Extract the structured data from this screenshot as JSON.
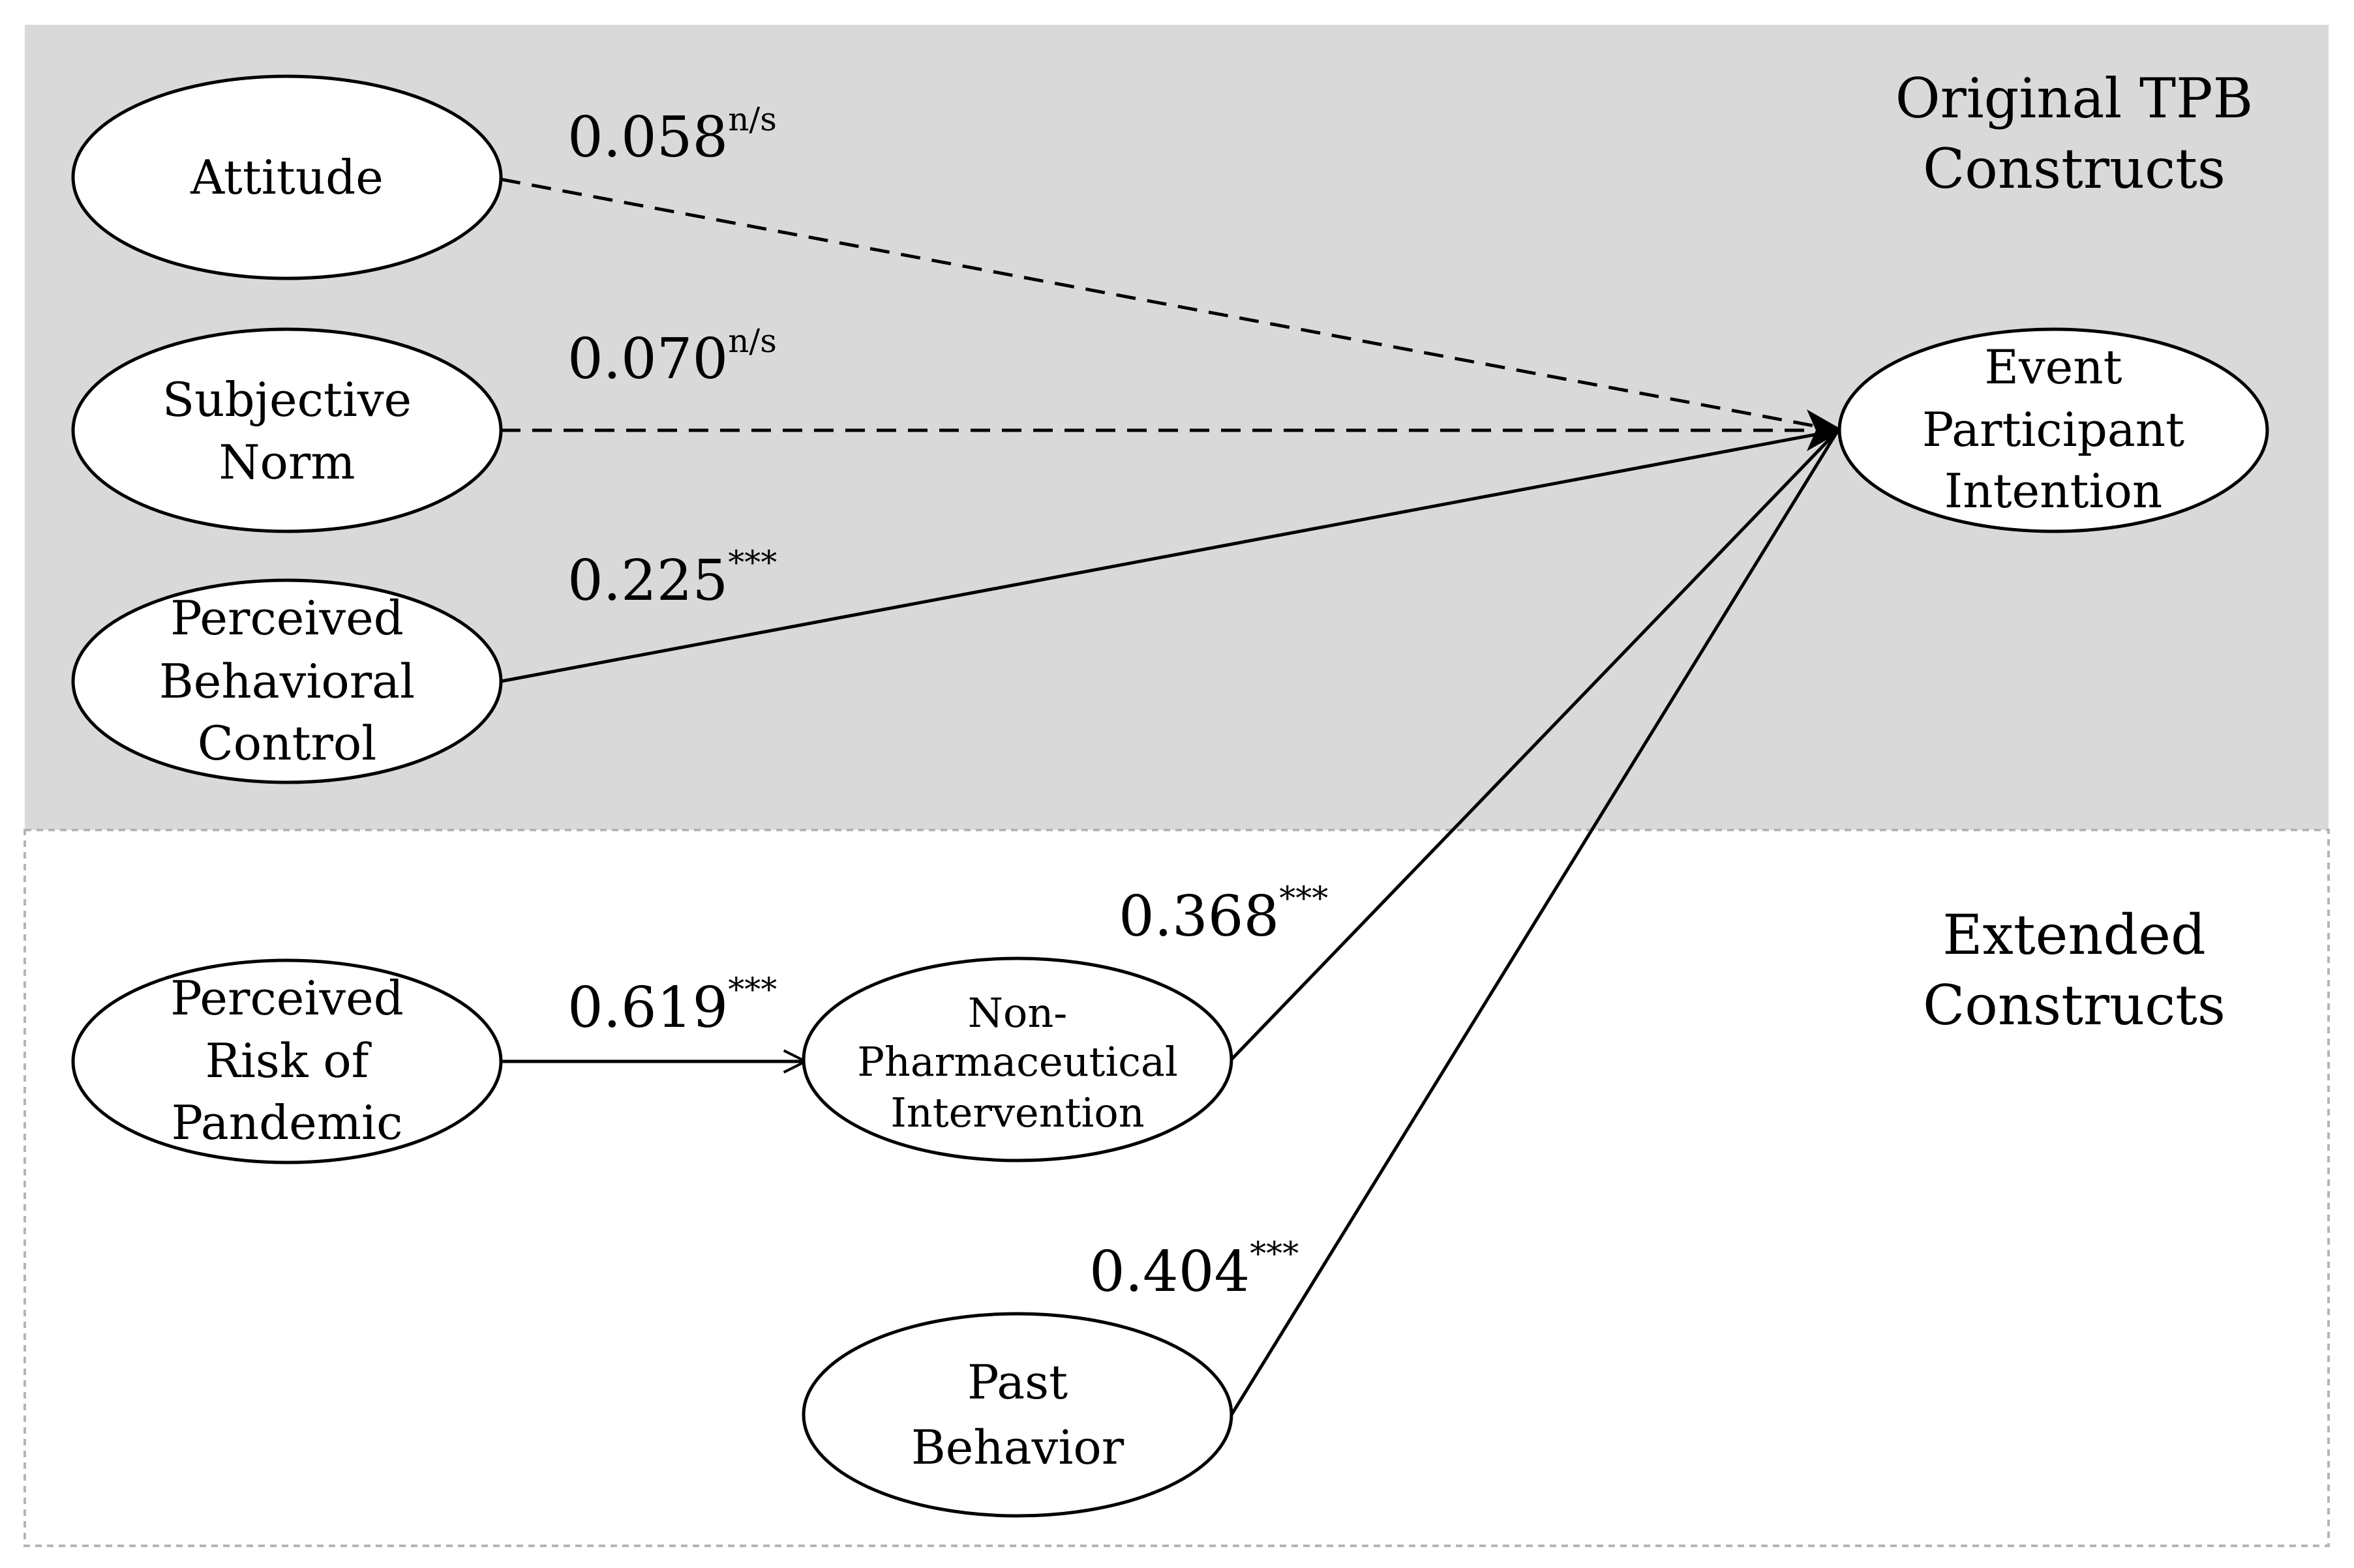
{
  "regions": {
    "original": {
      "title_line1": "Original TPB",
      "title_line2": "Constructs",
      "fill": "#d9d9d9"
    },
    "extended": {
      "title_line1": "Extended",
      "title_line2": "Constructs",
      "fill": "#ffffff"
    }
  },
  "nodes": {
    "attitude": {
      "lines": [
        "Attitude"
      ]
    },
    "subjective_norm": {
      "lines": [
        "Subjective",
        "Norm"
      ]
    },
    "pbc": {
      "lines": [
        "Perceived",
        "Behavioral",
        "Control"
      ]
    },
    "intention": {
      "lines": [
        "Event",
        "Participant",
        "Intention"
      ]
    },
    "risk": {
      "lines": [
        "Perceived",
        "Risk of",
        "Pandemic"
      ]
    },
    "npi": {
      "lines": [
        "Non-",
        "Pharmaceutical",
        "Intervention"
      ]
    },
    "past": {
      "lines": [
        "Past",
        "Behavior"
      ]
    }
  },
  "paths": {
    "attitude_intention": {
      "value": "0.058",
      "sig": "n/s",
      "style": "dashed"
    },
    "norm_intention": {
      "value": "0.070",
      "sig": "n/s",
      "style": "dashed"
    },
    "pbc_intention": {
      "value": "0.225",
      "sig": "***",
      "style": "solid"
    },
    "risk_npi": {
      "value": "0.619",
      "sig": "***",
      "style": "solid"
    },
    "npi_intention": {
      "value": "0.368",
      "sig": "***",
      "style": "solid"
    },
    "past_intention": {
      "value": "0.404",
      "sig": "***",
      "style": "solid"
    }
  }
}
